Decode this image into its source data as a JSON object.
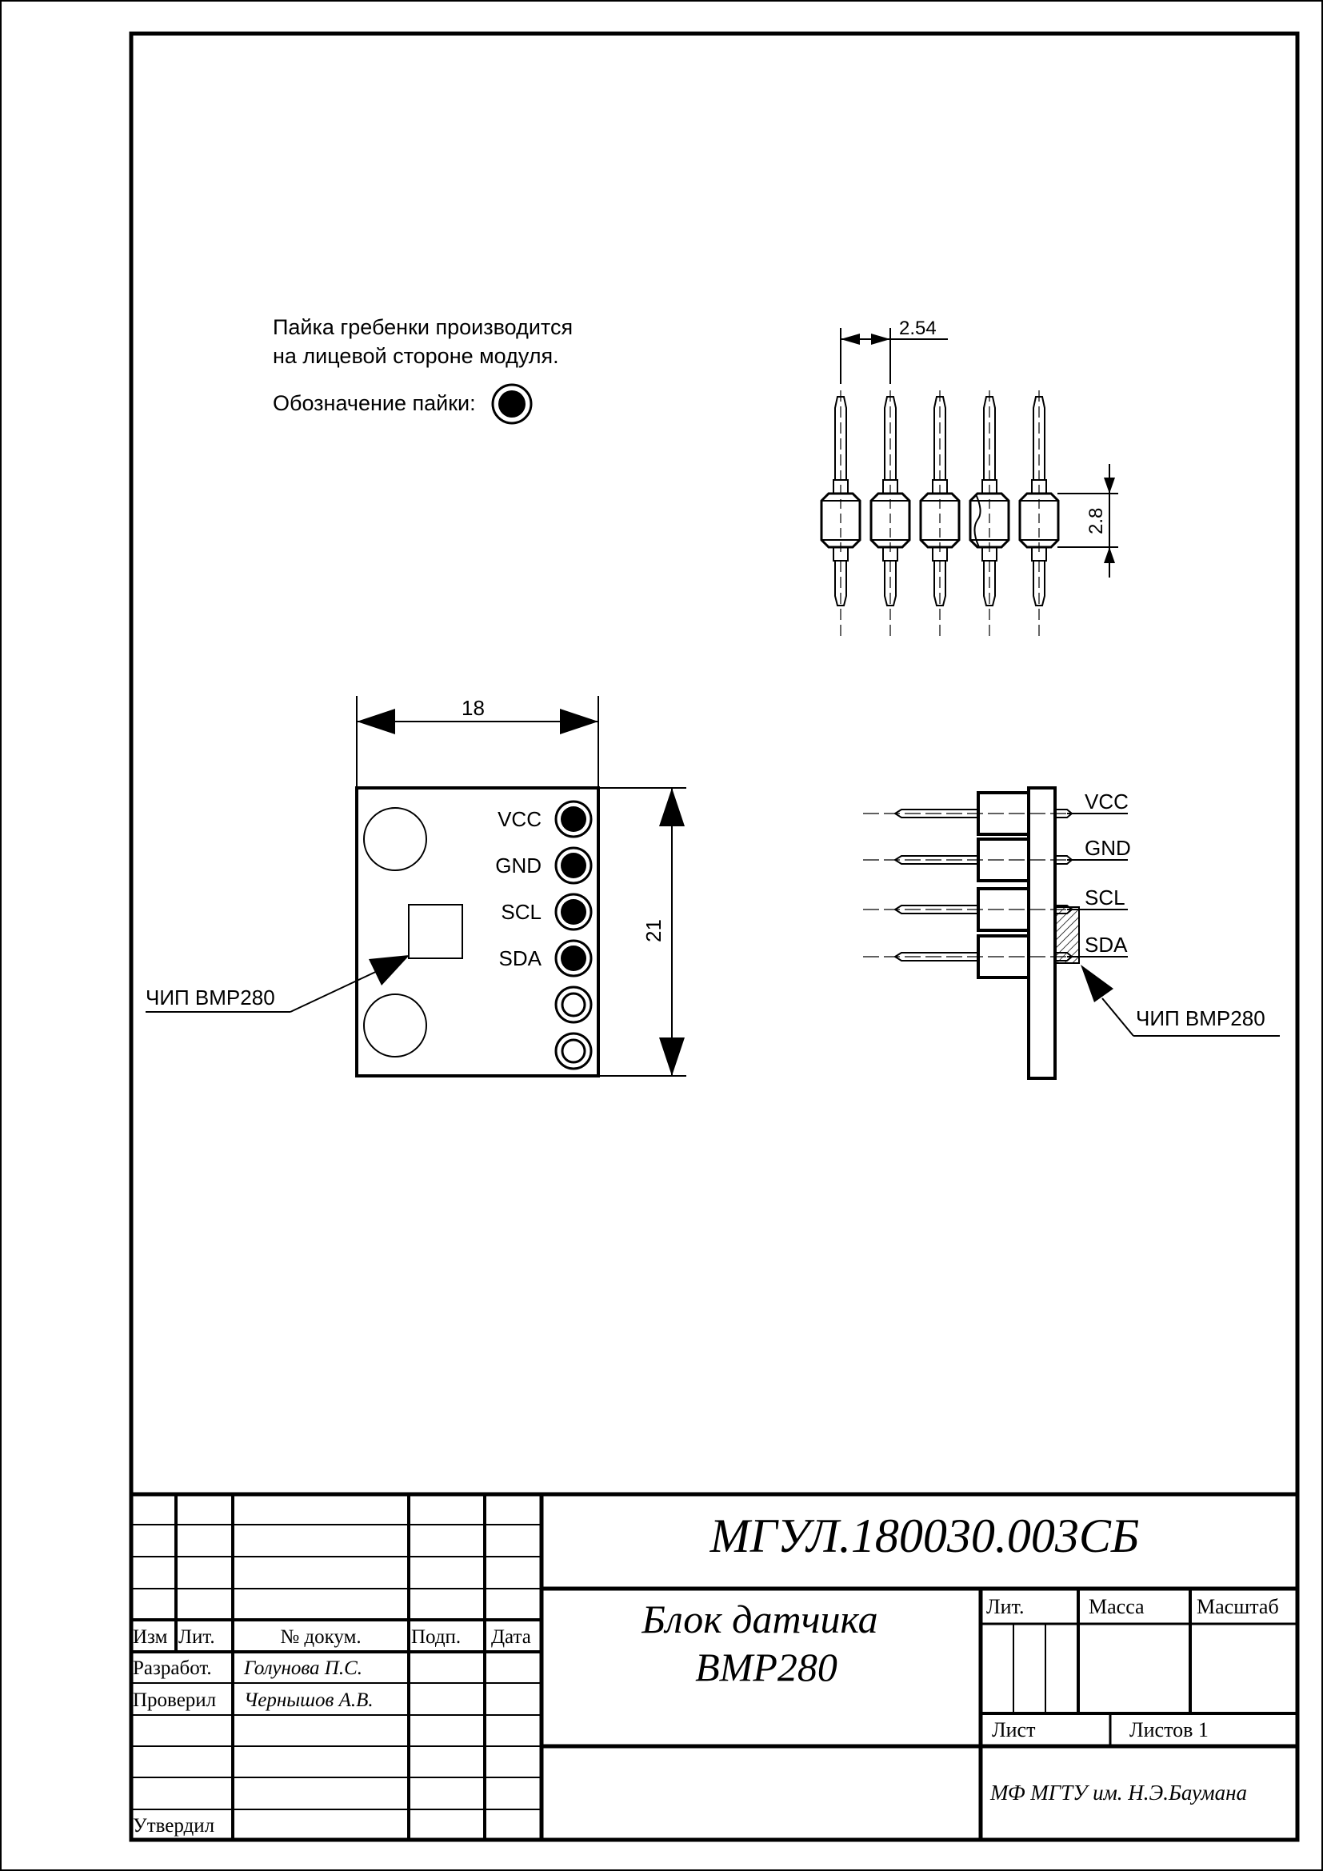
{
  "notes": {
    "line1": "Пайка гребенки производится",
    "line2": "на лицевой стороне модуля.",
    "legend_label": "Обозначение пайки:"
  },
  "header_view": {
    "pitch_dim": "2.54",
    "height_dim": "2.8",
    "pin_count": 5
  },
  "top_view": {
    "width_dim": "18",
    "height_dim": "21",
    "pins": [
      {
        "label": "VCC",
        "soldered": true
      },
      {
        "label": "GND",
        "soldered": true
      },
      {
        "label": "SCL",
        "soldered": true
      },
      {
        "label": "SDA",
        "soldered": true
      },
      {
        "label": "",
        "soldered": false
      },
      {
        "label": "",
        "soldered": false
      }
    ],
    "chip_label": "ЧИП BMP280"
  },
  "side_view": {
    "pins": [
      "VCC",
      "GND",
      "SCL",
      "SDA"
    ],
    "chip_label": "ЧИП BMP280"
  },
  "title_block": {
    "doc_code": "МГУЛ.180030.003СБ",
    "name_line1": "Блок датчика",
    "name_line2": "BMP280",
    "col_izm": "Изм",
    "col_list": "Лит.",
    "col_doc": "№ докум.",
    "col_sign": "Подп.",
    "col_date": "Дата",
    "row_dev": "Разработ.",
    "dev_name": "Голунова П.С.",
    "row_check": "Проверил",
    "check_name": "Чернышов А.В.",
    "row_approve": "Утвердил",
    "lit_label": "Лит.",
    "mass_label": "Масса",
    "scale_label": "Масштаб",
    "sheet_label": "Лист",
    "sheets_label": "Листов 1",
    "org": "МФ МГТУ им. Н.Э.Баумана"
  }
}
